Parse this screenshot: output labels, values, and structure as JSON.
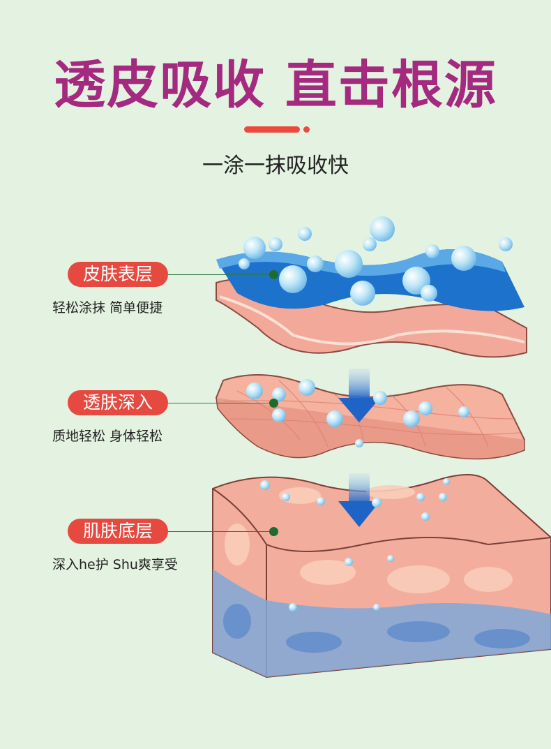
{
  "header": {
    "title": "透皮吸收 直击根源",
    "subtitle": "一涂一抹吸收快"
  },
  "layers": [
    {
      "label": "皮肤表层",
      "description": "轻松涂抹 简单便捷"
    },
    {
      "label": "透肤深入",
      "description": "质地轻松 身体轻松"
    },
    {
      "label": "肌肤底层",
      "description": "深入he护 Shu爽享受"
    }
  ],
  "colors": {
    "title": "#a42a80",
    "accent": "#e5493f",
    "background": "#e4f3e1",
    "arrow": "#1f63c6"
  }
}
